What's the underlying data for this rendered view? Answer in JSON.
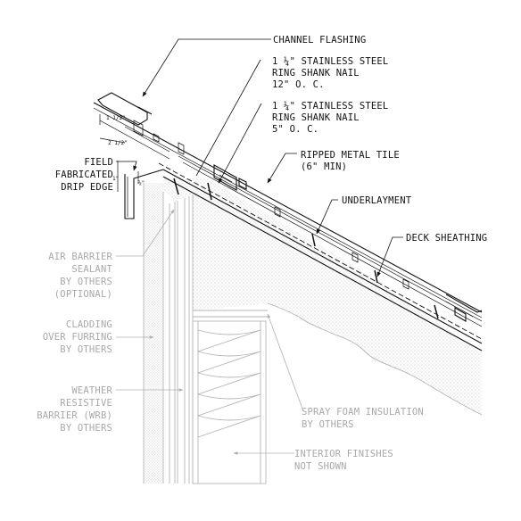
{
  "labels": {
    "channel_flashing": "CHANNEL FLASHING",
    "nail_12": [
      "1 ¼\" STAINLESS STEEL",
      "RING SHANK NAIL",
      "12\" O. C."
    ],
    "nail_5": [
      "1 ¼\" STAINLESS STEEL",
      "RING SHANK NAIL",
      "5\" O. C."
    ],
    "ripped_tile": [
      "RIPPED METAL TILE",
      "(6\" MIN)"
    ],
    "underlayment": "UNDERLAYMENT",
    "deck_sheathing": "DECK SHEATHING",
    "drip_edge": [
      "FIELD",
      "FABRICATED",
      "DRIP EDGE"
    ],
    "air_barrier": [
      "AIR BARRIER",
      "SEALANT",
      "BY OTHERS",
      "(OPTIONAL)"
    ],
    "cladding": [
      "CLADDING",
      "OVER FURRING",
      "BY OTHERS"
    ],
    "wrb": [
      "WEATHER",
      "RESISTIVE",
      "BARRIER (WRB)",
      "BY OTHERS"
    ],
    "spray_foam": [
      "SPRAY FOAM INSULATION",
      "BY OTHERS"
    ],
    "interior": [
      "INTERIOR FINISHES",
      "NOT SHOWN"
    ]
  },
  "dimensions": {
    "d1": "1 1/2\"",
    "d2": "2 1/2\"",
    "d3": "1\"",
    "d4": "⅝\""
  },
  "colors": {
    "primary_ink": "#111111",
    "secondary_ink": "#a8a8a8"
  }
}
